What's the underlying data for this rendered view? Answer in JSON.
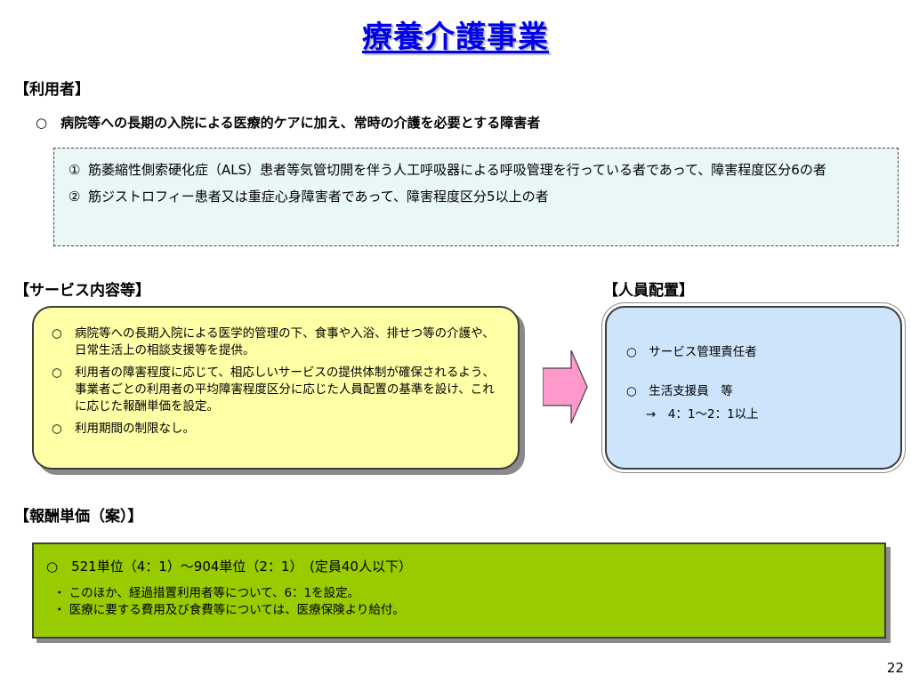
{
  "title": "療養介護事業",
  "users": {
    "heading": "【利用者】",
    "lead": "○　病院等への長期の入院による医療的ケアに加え、常時の介護を必要とする障害者",
    "items": [
      {
        "num": "①",
        "text": "筋萎縮性側索硬化症（ALS）患者等気管切開を伴う人工呼吸器による呼吸管理を行っている者であって、障害程度区分6の者"
      },
      {
        "num": "②",
        "text": "筋ジストロフィー患者又は重症心身障害者であって、障害程度区分5以上の者"
      }
    ]
  },
  "service": {
    "heading": "【サービス内容等】",
    "bullet": "○",
    "items": [
      "病院等への長期入院による医学的管理の下、食事や入浴、排せつ等の介護や、日常生活上の相談支援等を提供。",
      "利用者の障害程度に応じて、相応しいサービスの提供体制が確保されるよう、事業者ごとの利用者の平均障害程度区分に応じた人員配置の基準を設け、これに応じた報酬単価を設定。",
      "利用期間の制限なし。"
    ]
  },
  "staff": {
    "heading": "【人員配置】",
    "line1": "○　サービス管理責任者",
    "line2": "○　生活支援員　等",
    "line3": "→　4：1～2：1以上"
  },
  "fee": {
    "heading": "【報酬単価（案）】",
    "main": "○　521単位（4：1）～904単位（2：1）　(定員40人以下）",
    "notes": [
      "・ このほか、経過措置利用者等について、6：1を設定。",
      "・ 医療に要する費用及び食費等については、医療保険より給付。"
    ]
  },
  "page_number": "22",
  "colors": {
    "title": "#0000ee",
    "users_box": "#eaf7f7",
    "service_box": "#ffffa6",
    "staff_box": "#cde4fb",
    "fee_box": "#99cc00",
    "arrow": "#ff99cc"
  },
  "icons": {
    "arrow": "right-arrow-icon"
  }
}
